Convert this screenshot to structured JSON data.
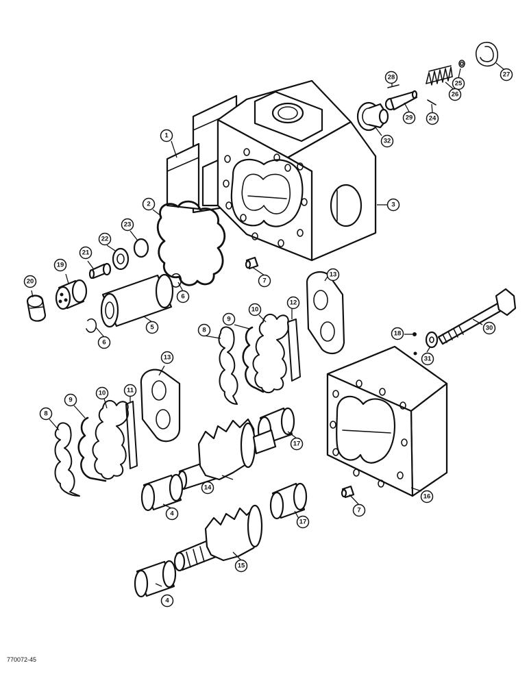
{
  "figure": {
    "drawing_code": "770072-45"
  },
  "callouts": [
    {
      "id": "c1",
      "label": "1"
    },
    {
      "id": "c2",
      "label": "2"
    },
    {
      "id": "c3",
      "label": "3"
    },
    {
      "id": "c4a",
      "label": "4"
    },
    {
      "id": "c4b",
      "label": "4"
    },
    {
      "id": "c5",
      "label": "5"
    },
    {
      "id": "c6a",
      "label": "6"
    },
    {
      "id": "c6b",
      "label": "6"
    },
    {
      "id": "c7a",
      "label": "7"
    },
    {
      "id": "c7b",
      "label": "7"
    },
    {
      "id": "c8a",
      "label": "8"
    },
    {
      "id": "c8b",
      "label": "8"
    },
    {
      "id": "c9a",
      "label": "9"
    },
    {
      "id": "c9b",
      "label": "9"
    },
    {
      "id": "c10a",
      "label": "10"
    },
    {
      "id": "c10b",
      "label": "10"
    },
    {
      "id": "c11",
      "label": "11"
    },
    {
      "id": "c12",
      "label": "12"
    },
    {
      "id": "c13a",
      "label": "13"
    },
    {
      "id": "c13b",
      "label": "13"
    },
    {
      "id": "c14",
      "label": "14"
    },
    {
      "id": "c15",
      "label": "15"
    },
    {
      "id": "c16",
      "label": "16"
    },
    {
      "id": "c17a",
      "label": "17"
    },
    {
      "id": "c17b",
      "label": "17"
    },
    {
      "id": "c18",
      "label": "18"
    },
    {
      "id": "c19",
      "label": "19"
    },
    {
      "id": "c20",
      "label": "20"
    },
    {
      "id": "c21",
      "label": "21"
    },
    {
      "id": "c22",
      "label": "22"
    },
    {
      "id": "c23",
      "label": "23"
    },
    {
      "id": "c24",
      "label": "24"
    },
    {
      "id": "c25",
      "label": "25"
    },
    {
      "id": "c26",
      "label": "26"
    },
    {
      "id": "c27",
      "label": "27"
    },
    {
      "id": "c28",
      "label": "28"
    },
    {
      "id": "c29",
      "label": "29"
    },
    {
      "id": "c30",
      "label": "30"
    },
    {
      "id": "c31",
      "label": "31"
    },
    {
      "id": "c32",
      "label": "32"
    }
  ]
}
